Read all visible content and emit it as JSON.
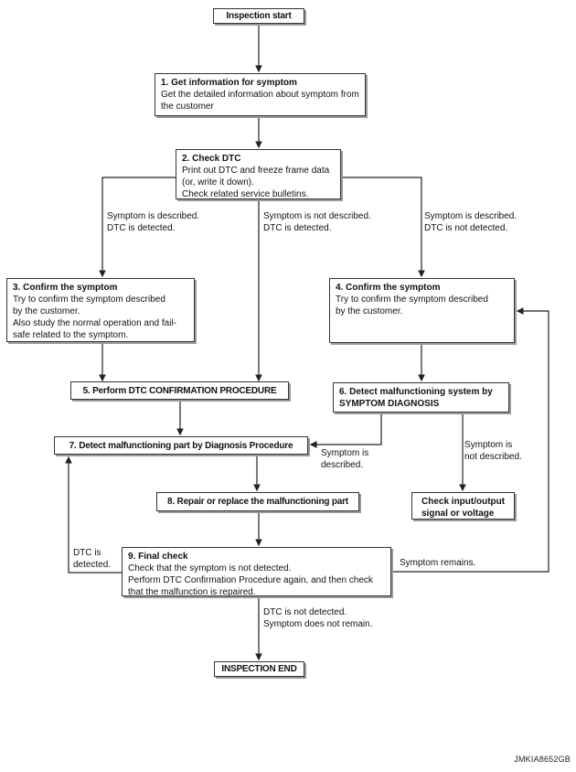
{
  "diagram": {
    "title_hint": "Diagnostic inspection flowchart",
    "nodes": {
      "start": {
        "label": "Inspection start"
      },
      "step1": {
        "title": "1. Get information for symptom",
        "line1": "Get the detailed information about symptom from",
        "line2": "the customer"
      },
      "step2": {
        "title": "2. Check DTC",
        "line1": "Print out DTC and freeze frame data",
        "line2": "(or, write it down).",
        "line3": "Check related service bulletins."
      },
      "step3": {
        "title": "3. Confirm the symptom",
        "line1": "Try to confirm the symptom described",
        "line2": "by the customer.",
        "line3": "Also study the normal operation and fail-",
        "line4": "safe related to the symptom."
      },
      "step4": {
        "title": "4. Confirm the symptom",
        "line1": "Try to confirm the symptom described",
        "line2": "by the customer."
      },
      "step5": {
        "title": "5. Perform DTC CONFIRMATION PROCEDURE"
      },
      "step6": {
        "title_line1": "6. Detect malfunctioning system by",
        "title_line2": "SYMPTOM DIAGNOSIS"
      },
      "step7": {
        "title": "7. Detect malfunctioning part by Diagnosis Procedure"
      },
      "step8": {
        "title": "8. Repair or replace the malfunctioning part"
      },
      "step9": {
        "title": "9. Final check",
        "line1": "Check that the symptom is not detected.",
        "line2": "Perform DTC Confirmation Procedure again, and then check",
        "line3": "that the malfunction is repaired."
      },
      "check_io": {
        "title_line1": "Check input/output",
        "title_line2": "signal or voltage"
      },
      "end": {
        "label": "INSPECTION END"
      }
    },
    "edge_labels": {
      "left_branch": {
        "line1": "Symptom is described.",
        "line2": "DTC is detected."
      },
      "mid_branch": {
        "line1": "Symptom is not described.",
        "line2": "DTC is detected."
      },
      "right_branch": {
        "line1": "Symptom is described.",
        "line2": "DTC is not detected."
      },
      "symptom_described": {
        "line1": "Symptom is",
        "line2": "described."
      },
      "symptom_not_described": {
        "line1": "Symptom is",
        "line2": "not described."
      },
      "dtc_detected": {
        "line1": "DTC is",
        "line2": "detected."
      },
      "symptom_remains": {
        "line1": "Symptom remains."
      },
      "to_end": {
        "line1": "DTC is not detected.",
        "line2": "Symptom does not remain."
      }
    },
    "watermark": "JMKIA8652GB",
    "colors": {
      "background": "#ffffff",
      "line": "#222222",
      "box_border": "#333333",
      "box_shadow": "#9a9a9a",
      "text": "#111111"
    }
  }
}
